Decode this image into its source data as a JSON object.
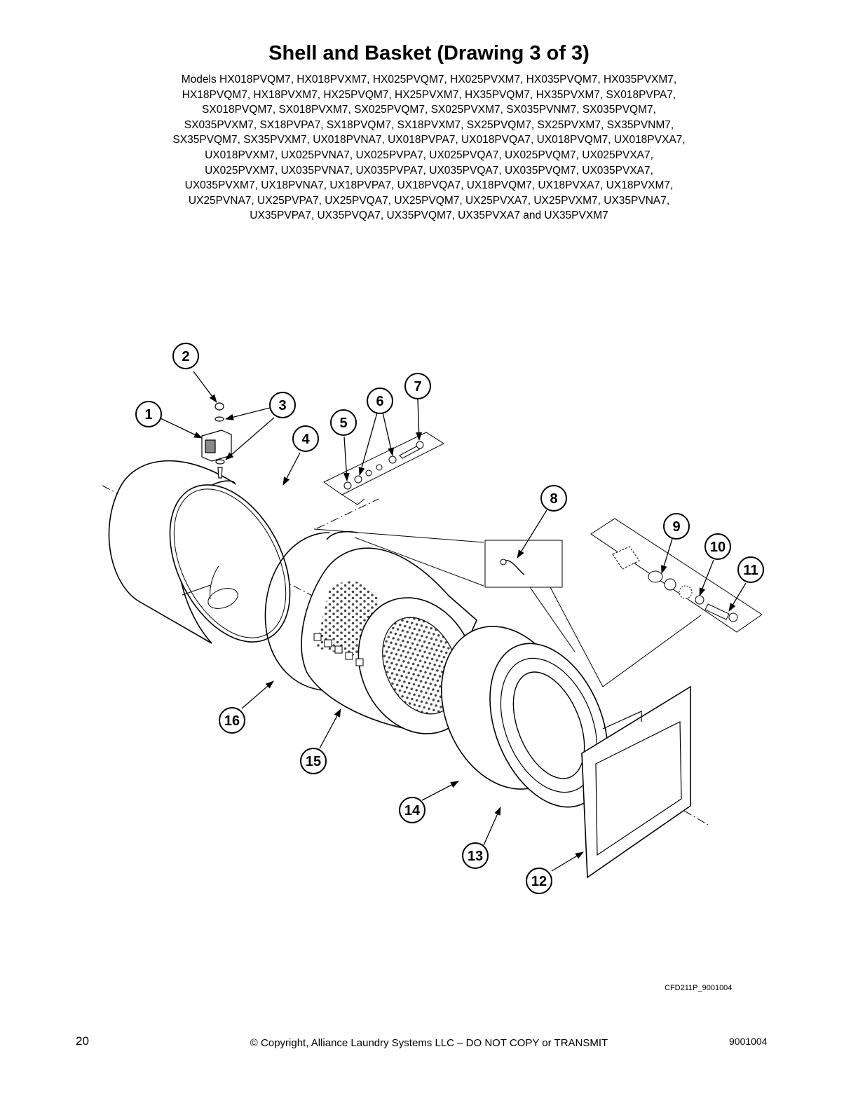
{
  "header": {
    "title": "Shell and Basket (Drawing 3 of 3)",
    "models_lines": [
      "Models HX018PVQM7, HX018PVXM7, HX025PVQM7, HX025PVXM7, HX035PVQM7, HX035PVXM7,",
      "HX18PVQM7, HX18PVXM7, HX25PVQM7, HX25PVXM7, HX35PVQM7, HX35PVXM7, SX018PVPA7,",
      "SX018PVQM7, SX018PVXM7, SX025PVQM7, SX025PVXM7, SX035PVNM7, SX035PVQM7,",
      "SX035PVXM7, SX18PVPA7, SX18PVQM7, SX18PVXM7, SX25PVQM7, SX25PVXM7, SX35PVNM7,",
      "SX35PVQM7, SX35PVXM7, UX018PVNA7, UX018PVPA7, UX018PVQA7, UX018PVQM7, UX018PVXA7,",
      "UX018PVXM7, UX025PVNA7, UX025PVPA7, UX025PVQA7, UX025PVQM7, UX025PVXA7,",
      "UX025PVXM7, UX035PVNA7, UX035PVPA7, UX035PVQA7, UX035PVQM7, UX035PVXA7,",
      "UX035PVXM7, UX18PVNA7, UX18PVPA7, UX18PVQA7, UX18PVQM7, UX18PVXA7, UX18PVXM7,",
      "UX25PVNA7, UX25PVPA7, UX25PVQA7, UX25PVQM7, UX25PVXA7, UX25PVXM7, UX35PVNA7,",
      "UX35PVPA7, UX35PVQA7, UX35PVQM7, UX35PVXA7 and UX35PVXM7"
    ]
  },
  "callouts": [
    "1",
    "2",
    "3",
    "4",
    "5",
    "6",
    "7",
    "8",
    "9",
    "10",
    "11",
    "12",
    "13",
    "14",
    "15",
    "16"
  ],
  "footer": {
    "drawing_code": "CFD211P_9001004",
    "page_number": "20",
    "copyright": "© Copyright, Alliance Laundry Systems LLC – DO NOT COPY or TRANSMIT",
    "doc_number": "9001004"
  }
}
